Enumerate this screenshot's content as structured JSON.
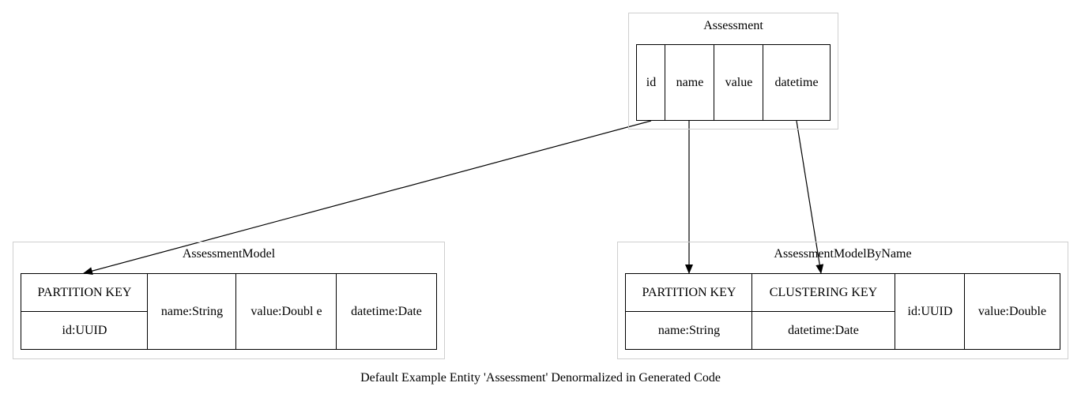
{
  "assessment": {
    "title": "Assessment",
    "fields": [
      "id",
      "name",
      "value",
      "datetime"
    ]
  },
  "assessment_model": {
    "title": "AssessmentModel",
    "partition_header": "PARTITION KEY",
    "partition_value": "id:UUID",
    "fields": [
      "name:String",
      "value:Doubl e",
      "datetime:Date"
    ]
  },
  "assessment_model_by_name": {
    "title": "AssessmentModelByName",
    "partition_header": "PARTITION KEY",
    "partition_value": "name:String",
    "clustering_header": "CLUSTERING KEY",
    "clustering_value": "datetime:Date",
    "fields": [
      "id:UUID",
      "value:Double"
    ]
  },
  "caption": "Default Example Entity 'Assessment' Denormalized in Generated Code"
}
